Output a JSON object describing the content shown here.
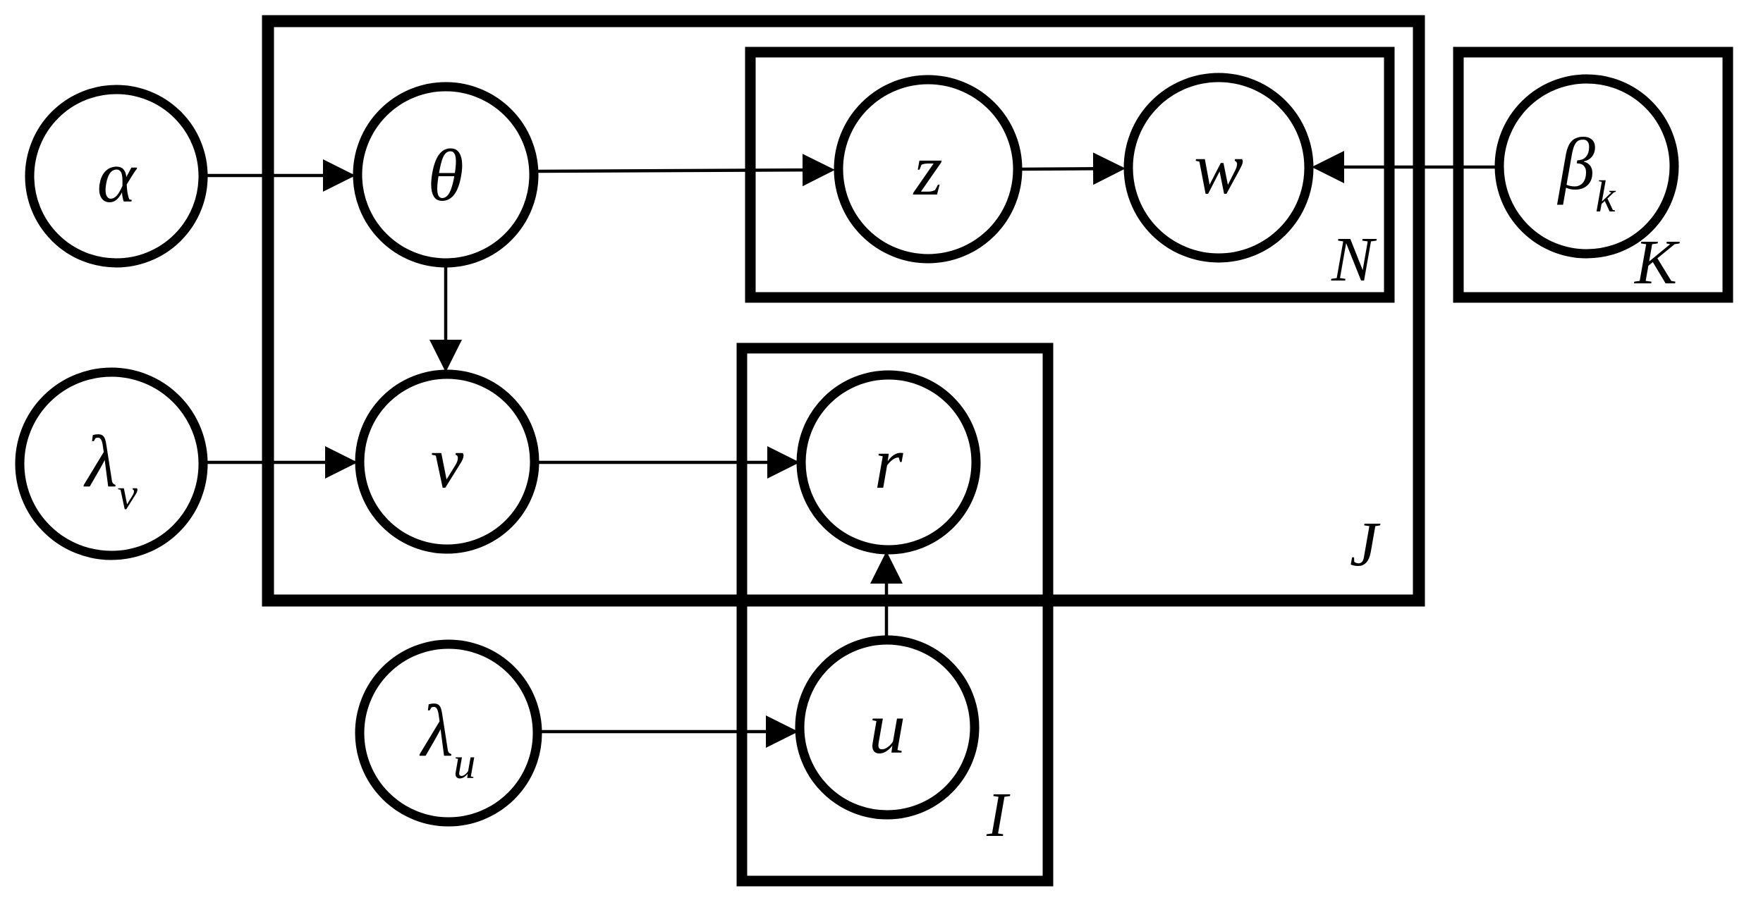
{
  "palette": {
    "stroke": "#000000",
    "background": "#ffffff",
    "observed_fill": "#bfbfbf",
    "unobserved_fill": "#ffffff"
  },
  "diagram_type": "plate-notation graphical model",
  "nodes": {
    "alpha": {
      "label": "α",
      "subscript": "",
      "observed": false
    },
    "theta": {
      "label": "θ",
      "subscript": "",
      "observed": false
    },
    "z": {
      "label": "z",
      "subscript": "",
      "observed": false
    },
    "w": {
      "label": "w",
      "subscript": "",
      "observed": true
    },
    "beta_k": {
      "label": "β",
      "subscript": "k",
      "observed": false
    },
    "lambda_v": {
      "label": "λ",
      "subscript": "v",
      "observed": false
    },
    "v": {
      "label": "v",
      "subscript": "",
      "observed": false
    },
    "r": {
      "label": "r",
      "subscript": "",
      "observed": true
    },
    "lambda_u": {
      "label": "λ",
      "subscript": "u",
      "observed": false
    },
    "u": {
      "label": "u",
      "subscript": "",
      "observed": false
    }
  },
  "plates": {
    "J": {
      "label": "J"
    },
    "N": {
      "label": "N"
    },
    "K": {
      "label": "K"
    },
    "I": {
      "label": "I"
    }
  },
  "edges": [
    {
      "from": "alpha",
      "to": "theta"
    },
    {
      "from": "theta",
      "to": "z"
    },
    {
      "from": "z",
      "to": "w"
    },
    {
      "from": "beta_k",
      "to": "w"
    },
    {
      "from": "theta",
      "to": "v"
    },
    {
      "from": "lambda_v",
      "to": "v"
    },
    {
      "from": "v",
      "to": "r"
    },
    {
      "from": "u",
      "to": "r"
    },
    {
      "from": "lambda_u",
      "to": "u"
    }
  ]
}
